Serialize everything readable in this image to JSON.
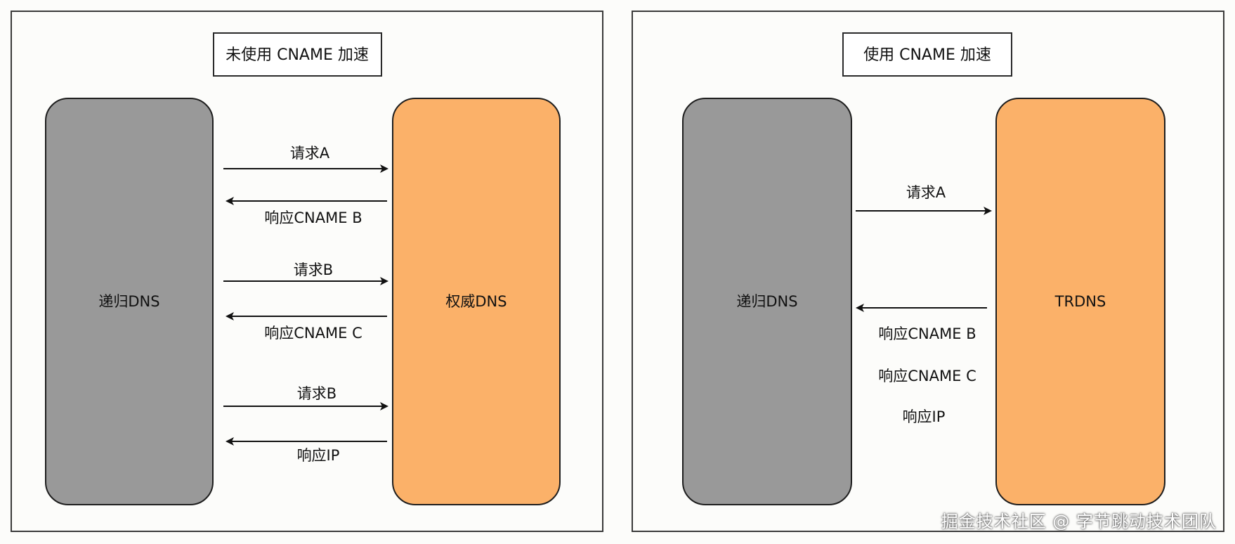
{
  "left": {
    "title": "未使用 CNAME 加速",
    "recursive_label": "递归DNS",
    "authoritative_label": "权威DNS",
    "messages": [
      "请求A",
      "响应CNAME B",
      "请求B",
      "响应CNAME C",
      "请求B",
      "响应IP"
    ]
  },
  "right": {
    "title": "使用 CNAME 加速",
    "recursive_label": "递归DNS",
    "server_label": "TRDNS",
    "request": "请求A",
    "responses": [
      "响应CNAME B",
      "响应CNAME C",
      "响应IP"
    ]
  },
  "watermark": "掘金技术社区 @ 字节跳动技术团队",
  "colors": {
    "recursive_box": "#999999",
    "authoritative_box": "#fbb169"
  }
}
